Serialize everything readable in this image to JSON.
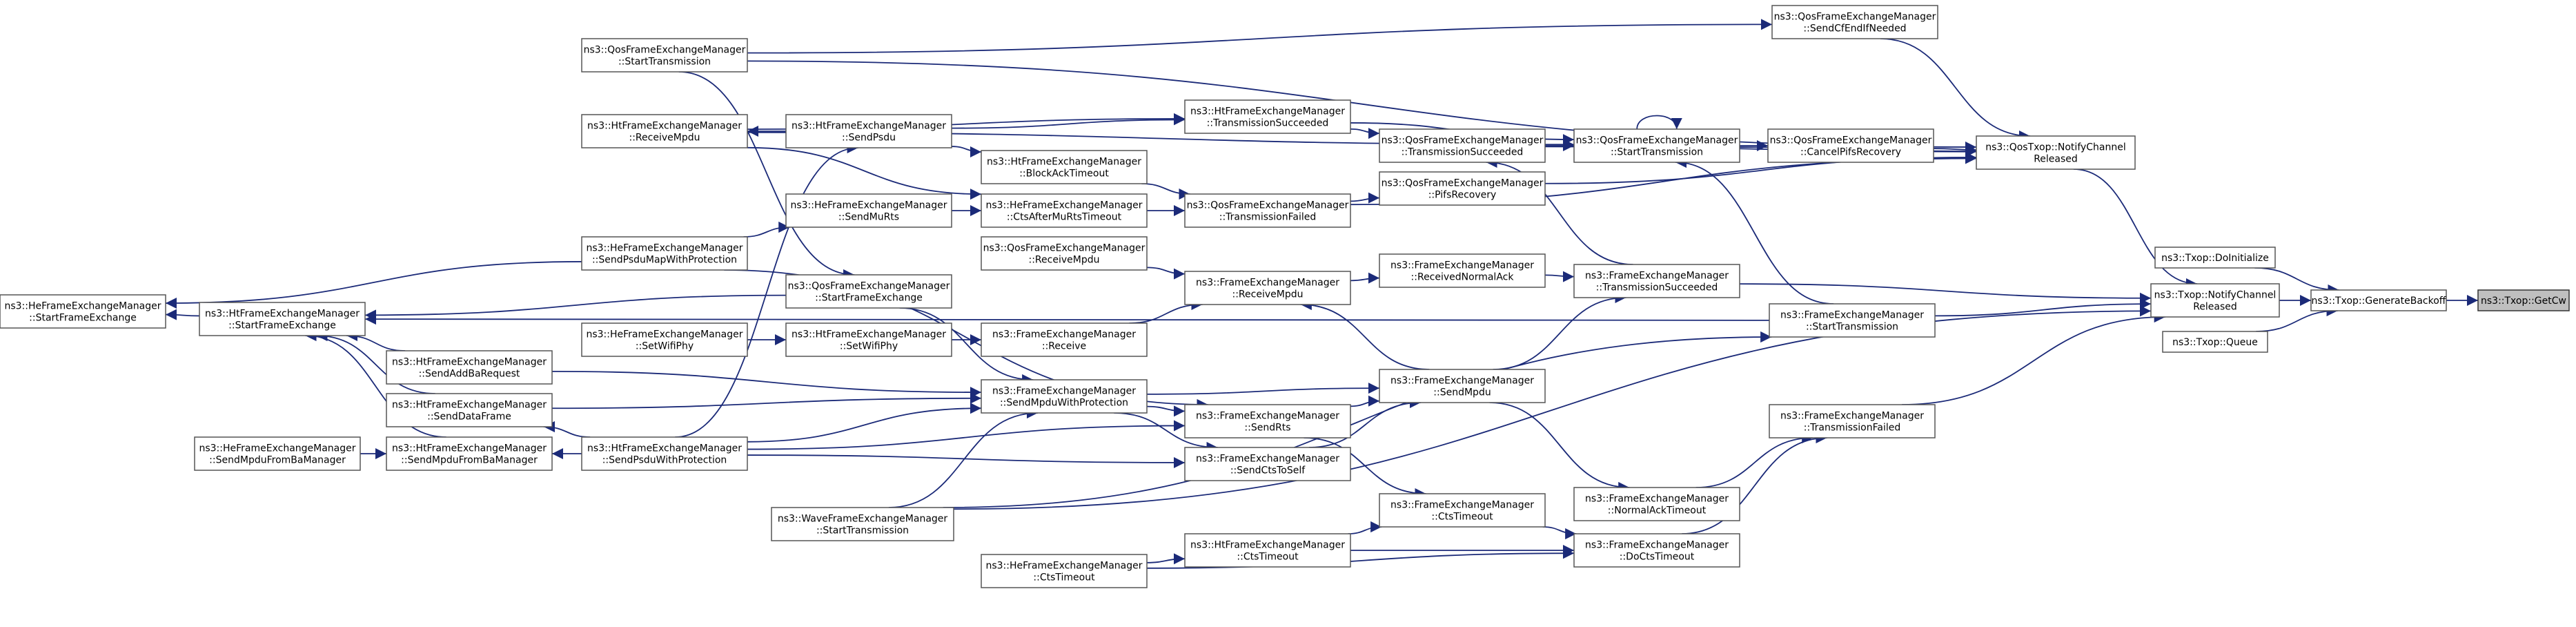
{
  "graph": {
    "nodes": [
      {
        "id": "sendcfend",
        "lines": [
          "ns3::QosFrameExchangeManager",
          "::SendCfEndIfNeeded"
        ]
      },
      {
        "id": "qos_starttx",
        "lines": [
          "ns3::QosFrameExchangeManager",
          "::StartTransmission"
        ]
      },
      {
        "id": "ht_receivempdu",
        "lines": [
          "ns3::HtFrameExchangeManager",
          "::ReceiveMpdu"
        ]
      },
      {
        "id": "ht_sendpsdu",
        "lines": [
          "ns3::HtFrameExchangeManager",
          "::SendPsdu"
        ]
      },
      {
        "id": "ht_txsucc",
        "lines": [
          "ns3::HtFrameExchangeManager",
          "::TransmissionSucceeded"
        ]
      },
      {
        "id": "qos_txsucc",
        "lines": [
          "ns3::QosFrameExchangeManager",
          "::TransmissionSucceeded"
        ]
      },
      {
        "id": "qos_starttx2",
        "lines": [
          "ns3::QosFrameExchangeManager",
          "::StartTransmission"
        ]
      },
      {
        "id": "cancelpifs",
        "lines": [
          "ns3::QosFrameExchangeManager",
          "::CancelPifsRecovery"
        ]
      },
      {
        "id": "qostxop_ncr",
        "lines": [
          "ns3::QosTxop::NotifyChannel",
          "Released"
        ]
      },
      {
        "id": "blockack",
        "lines": [
          "ns3::HtFrameExchangeManager",
          "::BlockAckTimeout"
        ]
      },
      {
        "id": "pifs",
        "lines": [
          "ns3::QosFrameExchangeManager",
          "::PifsRecovery"
        ]
      },
      {
        "id": "he_sendmurts",
        "lines": [
          "ns3::HeFrameExchangeManager",
          "::SendMuRts"
        ]
      },
      {
        "id": "he_ctsaftermurts",
        "lines": [
          "ns3::HeFrameExchangeManager",
          "::CtsAfterMuRtsTimeout"
        ]
      },
      {
        "id": "qos_txfailed",
        "lines": [
          "ns3::QosFrameExchangeManager",
          "::TransmissionFailed"
        ]
      },
      {
        "id": "he_sendpsdumap",
        "lines": [
          "ns3::HeFrameExchangeManager",
          "::SendPsduMapWithProtection"
        ]
      },
      {
        "id": "qos_receivempdu",
        "lines": [
          "ns3::QosFrameExchangeManager",
          "::ReceiveMpdu"
        ]
      },
      {
        "id": "txop_doinit",
        "lines": [
          "ns3::Txop::DoInitialize"
        ]
      },
      {
        "id": "fem_receivednormalack",
        "lines": [
          "ns3::FrameExchangeManager",
          "::ReceivedNormalAck"
        ]
      },
      {
        "id": "fem_txsucc",
        "lines": [
          "ns3::FrameExchangeManager",
          "::TransmissionSucceeded"
        ]
      },
      {
        "id": "he_startfe",
        "lines": [
          "ns3::HeFrameExchangeManager",
          "::StartFrameExchange"
        ]
      },
      {
        "id": "qos_startfe",
        "lines": [
          "ns3::QosFrameExchangeManager",
          "::StartFrameExchange"
        ]
      },
      {
        "id": "fem_receivempdu",
        "lines": [
          "ns3::FrameExchangeManager",
          "::ReceiveMpdu"
        ]
      },
      {
        "id": "txop_ncr",
        "lines": [
          "ns3::Txop::NotifyChannel",
          "Released"
        ]
      },
      {
        "id": "txop_genbackoff",
        "lines": [
          "ns3::Txop::GenerateBackoff"
        ]
      },
      {
        "id": "txop_getcw",
        "lines": [
          "ns3::Txop::GetCw"
        ],
        "highlight": true
      },
      {
        "id": "fem_starttx",
        "lines": [
          "ns3::FrameExchangeManager",
          "::StartTransmission"
        ]
      },
      {
        "id": "he_setwifiphy",
        "lines": [
          "ns3::HeFrameExchangeManager",
          "::SetWifiPhy"
        ]
      },
      {
        "id": "ht_setwifiphy",
        "lines": [
          "ns3::HtFrameExchangeManager",
          "::SetWifiPhy"
        ]
      },
      {
        "id": "fem_receive",
        "lines": [
          "ns3::FrameExchangeManager",
          "::Receive"
        ]
      },
      {
        "id": "txop_queue",
        "lines": [
          "ns3::Txop::Queue"
        ]
      },
      {
        "id": "ht_startfe",
        "lines": [
          "ns3::HtFrameExchangeManager",
          "::StartFrameExchange"
        ]
      },
      {
        "id": "ht_sendaddba",
        "lines": [
          "ns3::HtFrameExchangeManager",
          "::SendAddBaRequest"
        ]
      },
      {
        "id": "fem_sendmpduwp",
        "lines": [
          "ns3::FrameExchangeManager",
          "::SendMpduWithProtection"
        ]
      },
      {
        "id": "fem_sendmpdu",
        "lines": [
          "ns3::FrameExchangeManager",
          "::SendMpdu"
        ]
      },
      {
        "id": "ht_senddataframe",
        "lines": [
          "ns3::HtFrameExchangeManager",
          "::SendDataFrame"
        ]
      },
      {
        "id": "fem_sendrts",
        "lines": [
          "ns3::FrameExchangeManager",
          "::SendRts"
        ]
      },
      {
        "id": "fem_txfailed",
        "lines": [
          "ns3::FrameExchangeManager",
          "::TransmissionFailed"
        ]
      },
      {
        "id": "he_sendmpdufromba",
        "lines": [
          "ns3::HeFrameExchangeManager",
          "::SendMpduFromBaManager"
        ]
      },
      {
        "id": "ht_sendmpdufromba",
        "lines": [
          "ns3::HtFrameExchangeManager",
          "::SendMpduFromBaManager"
        ]
      },
      {
        "id": "ht_sendpsduwp",
        "lines": [
          "ns3::HtFrameExchangeManager",
          "::SendPsduWithProtection"
        ]
      },
      {
        "id": "fem_sendctstoself",
        "lines": [
          "ns3::FrameExchangeManager",
          "::SendCtsToSelf"
        ]
      },
      {
        "id": "fem_normalacktimeout",
        "lines": [
          "ns3::FrameExchangeManager",
          "::NormalAckTimeout"
        ]
      },
      {
        "id": "fem_ctstimeout",
        "lines": [
          "ns3::FrameExchangeManager",
          "::CtsTimeout"
        ]
      },
      {
        "id": "wave_starttx",
        "lines": [
          "ns3::WaveFrameExchangeManager",
          "::StartTransmission"
        ]
      },
      {
        "id": "ht_ctstimeout",
        "lines": [
          "ns3::HtFrameExchangeManager",
          "::CtsTimeout"
        ]
      },
      {
        "id": "fem_docts",
        "lines": [
          "ns3::FrameExchangeManager",
          "::DoCtsTimeout"
        ]
      },
      {
        "id": "he_ctstimeout",
        "lines": [
          "ns3::HeFrameExchangeManager",
          "::CtsTimeout"
        ]
      }
    ],
    "edges": [
      [
        "txop_genbackoff",
        "txop_getcw"
      ],
      [
        "txop_ncr",
        "txop_genbackoff"
      ],
      [
        "txop_doinit",
        "txop_genbackoff"
      ],
      [
        "txop_queue",
        "txop_genbackoff"
      ],
      [
        "qostxop_ncr",
        "txop_ncr"
      ],
      [
        "sendcfend",
        "qostxop_ncr"
      ],
      [
        "qos_starttx",
        "sendcfend"
      ],
      [
        "qos_starttx",
        "qostxop_ncr"
      ],
      [
        "qos_txsucc",
        "qostxop_ncr"
      ],
      [
        "qos_starttx2",
        "qostxop_ncr"
      ],
      [
        "cancelpifs",
        "qostxop_ncr"
      ],
      [
        "pifs",
        "qostxop_ncr"
      ],
      [
        "qos_txfailed",
        "qostxop_ncr"
      ],
      [
        "qos_starttx2",
        "cancelpifs"
      ],
      [
        "qos_starttx2",
        "qos_starttx2"
      ],
      [
        "fem_txsucc",
        "qos_txsucc"
      ],
      [
        "fem_starttx",
        "qos_starttx2"
      ],
      [
        "qos_txsucc",
        "qos_starttx2"
      ],
      [
        "ht_txsucc",
        "qos_starttx2"
      ],
      [
        "ht_receivempdu",
        "qos_starttx2"
      ],
      [
        "ht_txsucc",
        "qos_txsucc"
      ],
      [
        "ht_receivempdu",
        "ht_txsucc"
      ],
      [
        "ht_sendpsdu",
        "ht_txsucc"
      ],
      [
        "ht_sendpsdu",
        "ht_receivempdu"
      ],
      [
        "ht_sendpsduwp",
        "ht_sendpsdu"
      ],
      [
        "blockack",
        "qos_txfailed"
      ],
      [
        "ht_sendpsdu",
        "blockack"
      ],
      [
        "he_ctsaftermurts",
        "qos_txfailed"
      ],
      [
        "he_sendmurts",
        "he_ctsaftermurts"
      ],
      [
        "he_sendpsdumap",
        "he_sendmurts"
      ],
      [
        "qos_txfailed",
        "pifs"
      ],
      [
        "ht_receivempdu",
        "he_ctsaftermurts"
      ],
      [
        "qos_receivempdu",
        "fem_receivempdu"
      ],
      [
        "qos_starttx",
        "qos_startfe"
      ],
      [
        "fem_receivednormalack",
        "fem_txsucc"
      ],
      [
        "fem_receivempdu",
        "fem_receivednormalack"
      ],
      [
        "fem_receive",
        "fem_receivempdu"
      ],
      [
        "ht_setwifiphy",
        "fem_receive"
      ],
      [
        "he_setwifiphy",
        "ht_setwifiphy"
      ],
      [
        "fem_txsucc",
        "txop_ncr"
      ],
      [
        "fem_starttx",
        "txop_ncr"
      ],
      [
        "fem_txfailed",
        "txop_ncr"
      ],
      [
        "fem_normalacktimeout",
        "fem_txfailed"
      ],
      [
        "fem_docts",
        "fem_txfailed"
      ],
      [
        "fem_sendmpdu",
        "fem_normalacktimeout"
      ],
      [
        "fem_sendmpduwp",
        "fem_sendmpdu"
      ],
      [
        "fem_sendrts",
        "fem_sendmpdu"
      ],
      [
        "fem_sendctstoself",
        "fem_sendmpdu"
      ],
      [
        "fem_sendmpdu",
        "fem_receivempdu"
      ],
      [
        "fem_sendmpdu",
        "fem_txsucc"
      ],
      [
        "fem_sendmpduwp",
        "fem_sendrts"
      ],
      [
        "fem_sendmpduwp",
        "fem_sendctstoself"
      ],
      [
        "ht_sendaddba",
        "fem_sendmpduwp"
      ],
      [
        "ht_senddataframe",
        "fem_sendmpduwp"
      ],
      [
        "qos_startfe",
        "fem_sendmpduwp"
      ],
      [
        "ht_sendpsduwp",
        "fem_sendmpduwp"
      ],
      [
        "wave_starttx",
        "fem_sendmpduwp"
      ],
      [
        "ht_sendpsduwp",
        "fem_sendrts"
      ],
      [
        "ht_sendpsduwp",
        "fem_sendctstoself"
      ],
      [
        "he_sendpsdumap",
        "fem_sendrts"
      ],
      [
        "fem_starttx",
        "ht_startfe"
      ],
      [
        "wave_starttx",
        "fem_starttx"
      ],
      [
        "wave_starttx",
        "txop_ncr"
      ],
      [
        "qos_startfe",
        "ht_startfe"
      ],
      [
        "ht_startfe",
        "he_startfe"
      ],
      [
        "he_sendpsdumap",
        "he_startfe"
      ],
      [
        "ht_sendaddba",
        "ht_startfe"
      ],
      [
        "ht_senddataframe",
        "ht_startfe"
      ],
      [
        "ht_sendmpdufromba",
        "ht_startfe"
      ],
      [
        "ht_sendpsduwp",
        "ht_senddataframe"
      ],
      [
        "ht_sendpsduwp",
        "ht_sendmpdufromba"
      ],
      [
        "he_sendmpdufromba",
        "ht_sendmpdufromba"
      ],
      [
        "fem_ctstimeout",
        "fem_docts"
      ],
      [
        "fem_sendrts",
        "fem_ctstimeout"
      ],
      [
        "ht_ctstimeout",
        "fem_ctstimeout"
      ],
      [
        "he_ctstimeout",
        "ht_ctstimeout"
      ],
      [
        "he_ctstimeout",
        "fem_docts"
      ],
      [
        "ht_ctstimeout",
        "fem_docts"
      ]
    ]
  }
}
